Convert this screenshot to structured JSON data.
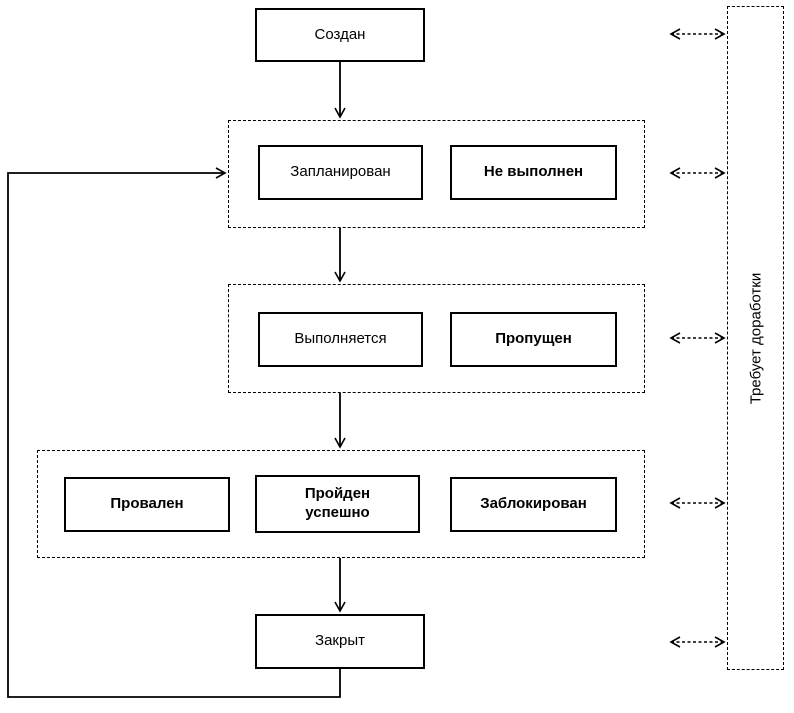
{
  "diagram": {
    "background_color": "#ffffff",
    "stroke_color": "#000000",
    "nodes": {
      "created": "Создан",
      "planned": "Запланирован",
      "not_executed": "Не выполнен",
      "in_progress": "Выполняется",
      "skipped": "Пропущен",
      "failed": "Провален",
      "passed": "Пройден\nуспешно",
      "blocked": "Заблокирован",
      "closed": "Закрыт",
      "rework_sidebar": "Требует доработки"
    }
  }
}
